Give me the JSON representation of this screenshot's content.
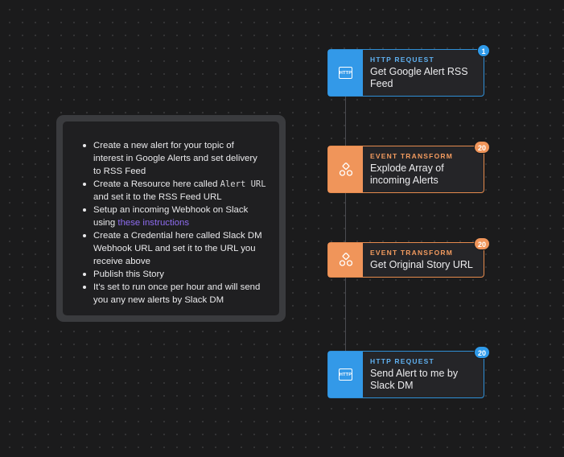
{
  "note": {
    "items": [
      {
        "text": "Create a new alert for your topic of interest in Google Alerts and set delivery to RSS Feed"
      },
      {
        "before": "Create a Resource here called ",
        "code": "Alert URL",
        "after": " and set it to the RSS Feed URL"
      },
      {
        "before": "Setup an incoming Webhook on Slack using ",
        "link": "these instructions"
      },
      {
        "text": "Create a Credential here called Slack DM Webhook URL and set it to the URL you receive above"
      },
      {
        "text": "Publish this Story"
      },
      {
        "text": "It's set to run once per hour and will send you any new alerts by Slack DM"
      }
    ]
  },
  "nodes": [
    {
      "kind": "http",
      "type_label": "HTTP REQUEST",
      "title": "Get Google Alert RSS Feed",
      "badge": "1",
      "icon": "http-icon",
      "icon_text": "HTTP"
    },
    {
      "kind": "evt",
      "type_label": "EVENT TRANSFORM",
      "title": "Explode Array of incoming Alerts",
      "badge": "20",
      "icon": "event-transform-icon"
    },
    {
      "kind": "evt",
      "type_label": "EVENT TRANSFORM",
      "title": "Get Original Story URL",
      "badge": "20",
      "icon": "event-transform-icon"
    },
    {
      "kind": "http",
      "type_label": "HTTP REQUEST",
      "title": "Send Alert to me by Slack DM",
      "badge": "20",
      "icon": "http-icon",
      "icon_text": "HTTP"
    }
  ],
  "colors": {
    "http_accent": "#3399e8",
    "event_accent": "#f0955a",
    "link": "#8e6cf0",
    "canvas": "#1b1b1c"
  }
}
